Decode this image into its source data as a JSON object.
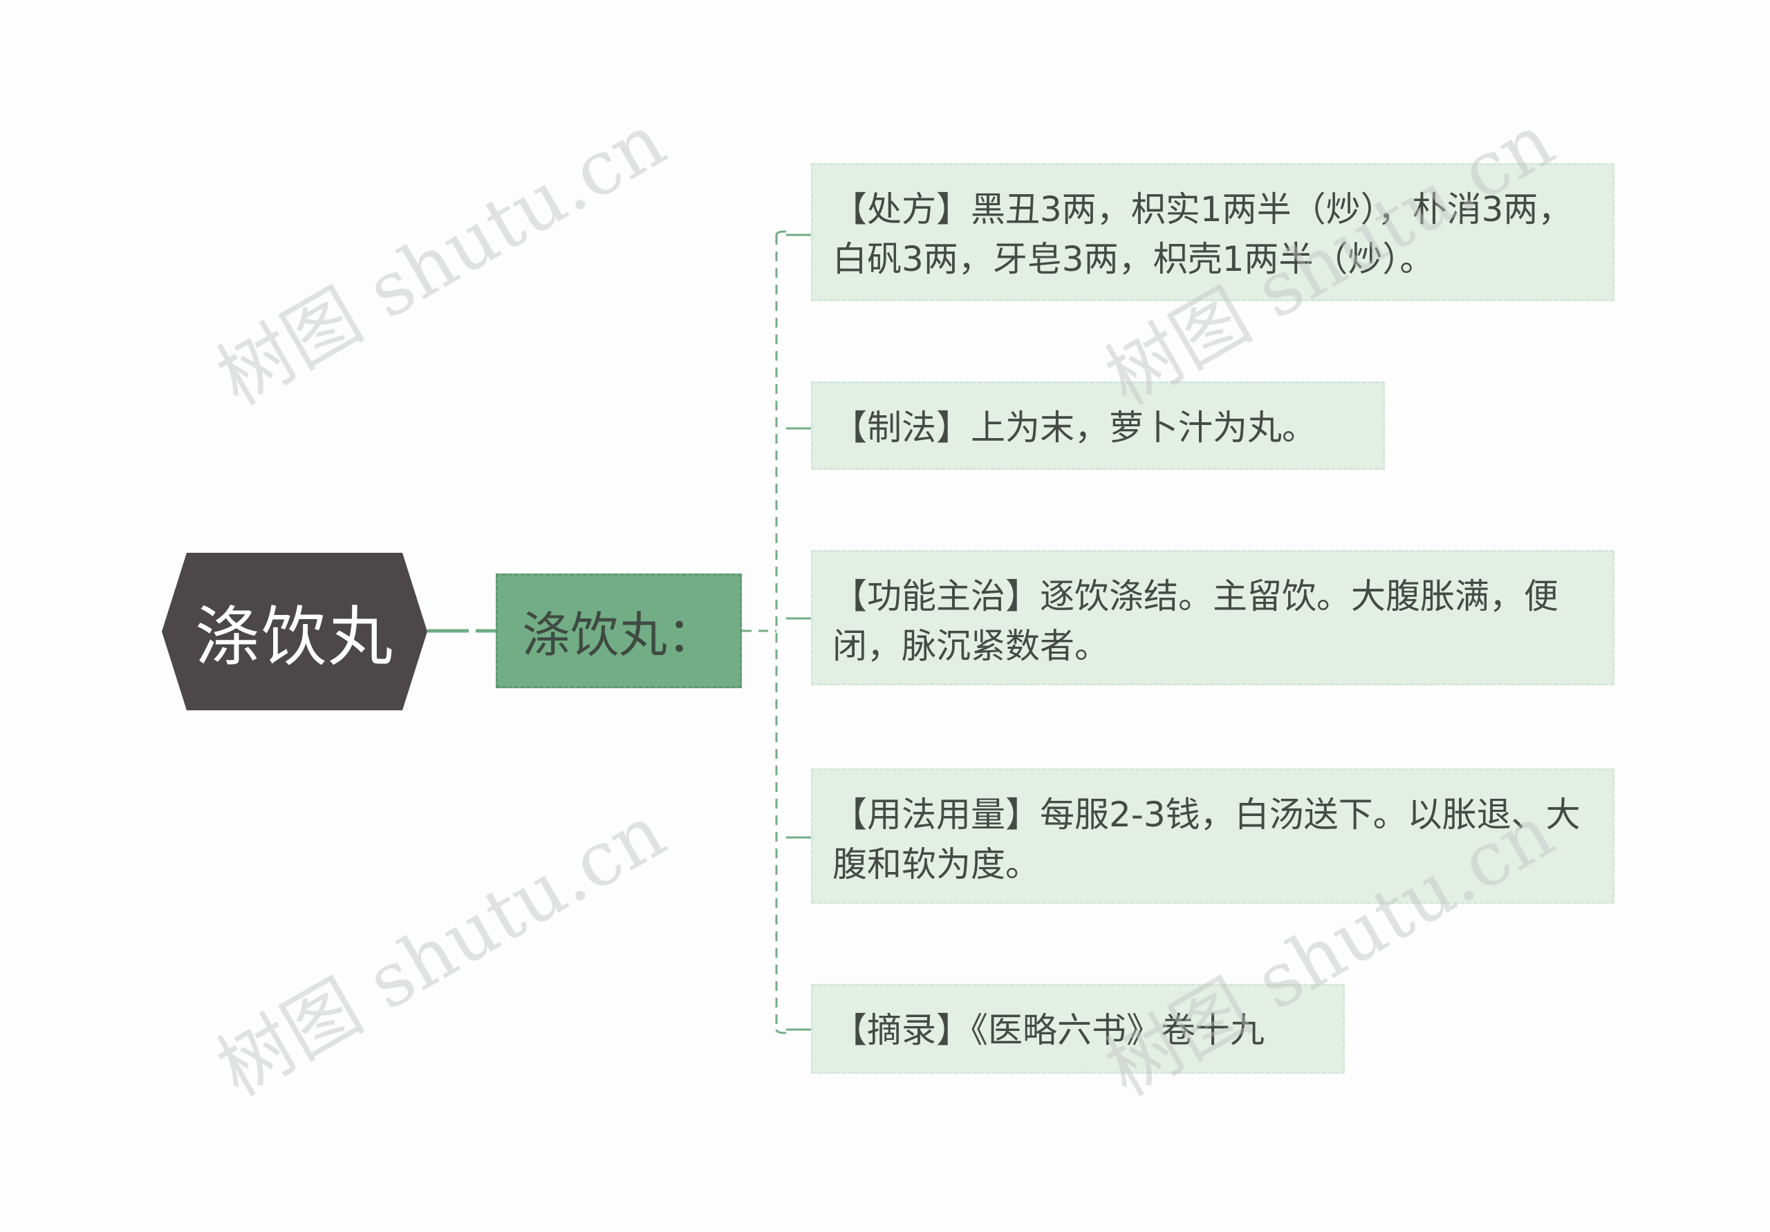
{
  "watermark": "树图 shutu.cn",
  "root": {
    "label": "涤饮丸"
  },
  "subtopic": {
    "label": "涤饮丸："
  },
  "leaves": [
    "【处方】黑丑3两，枳实1两半（炒），朴消3两，白矾3两，牙皂3两，枳壳1两半（炒）。",
    "【制法】上为末，萝卜汁为丸。",
    "【功能主治】逐饮涤结。主留饮。大腹胀满，便闭，脉沉紧数者。",
    "【用法用量】每服2-3钱，白汤送下。以胀退、大腹和软为度。",
    "【摘录】《医略六书》卷十九"
  ],
  "colors": {
    "root_fill": "#4c4748",
    "subtopic_fill": "#72ad85",
    "leaf_fill": "#e3efe5",
    "connector": "#72ad85"
  }
}
